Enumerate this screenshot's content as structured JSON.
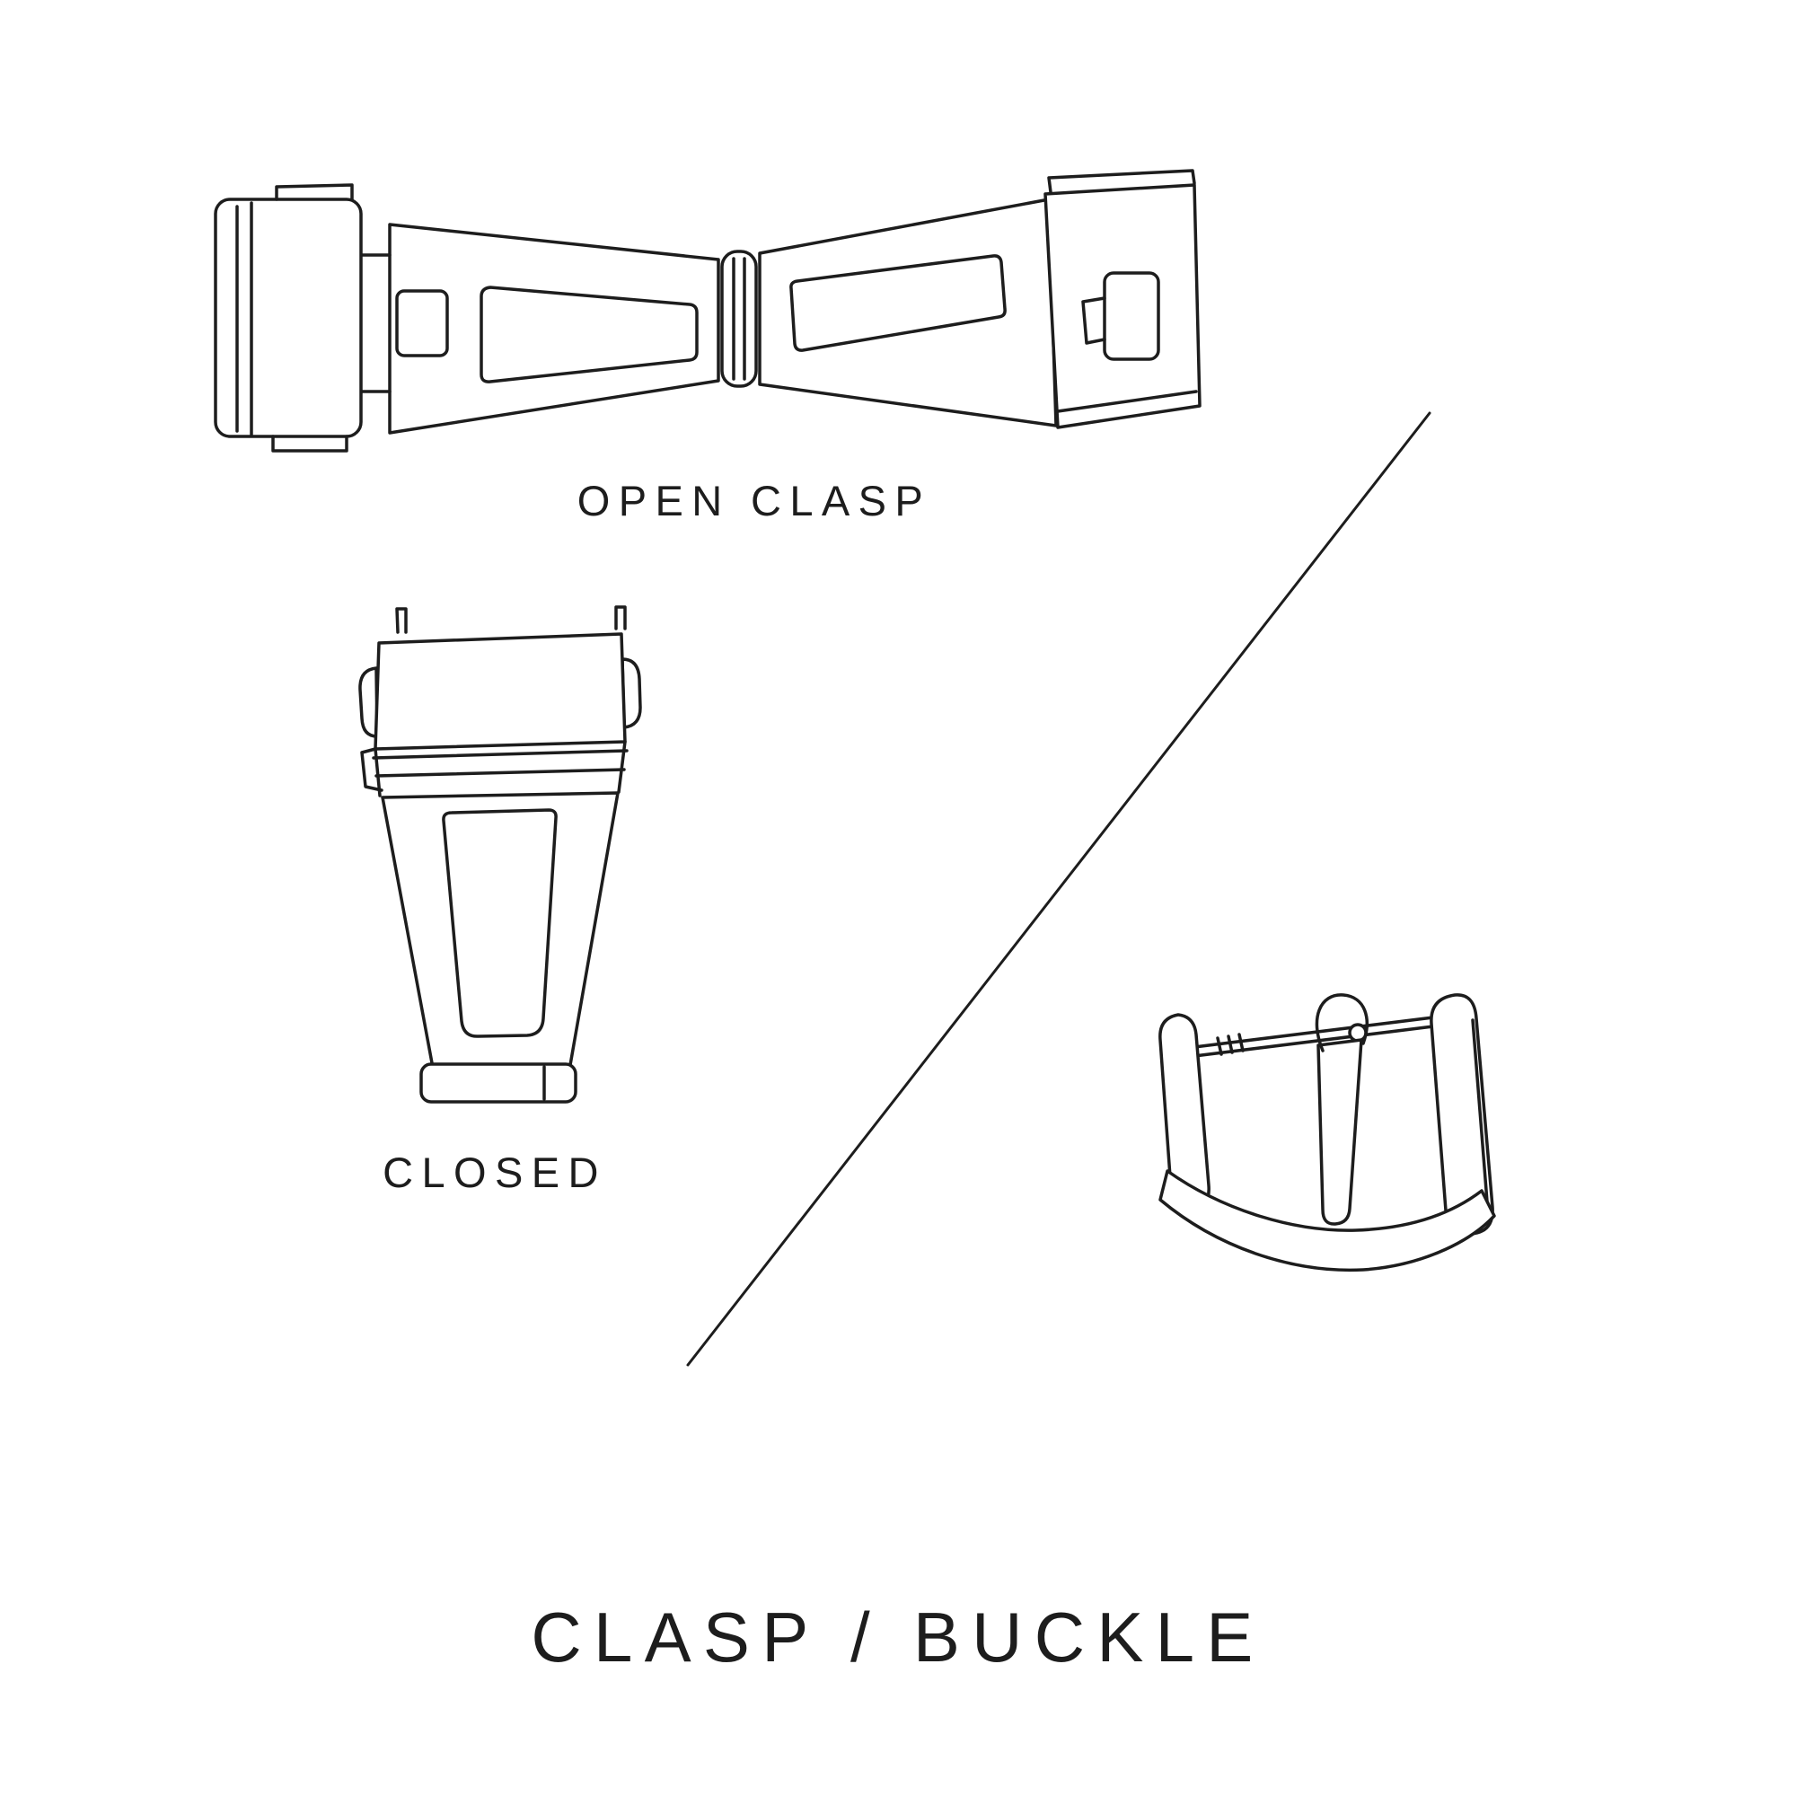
{
  "page": {
    "background": "#ffffff",
    "ink": "#1d1d1d"
  },
  "diagram": {
    "open_clasp_label": "OPEN CLASP",
    "closed_label": "CLOSED",
    "title": "CLASP / BUCKLE"
  }
}
